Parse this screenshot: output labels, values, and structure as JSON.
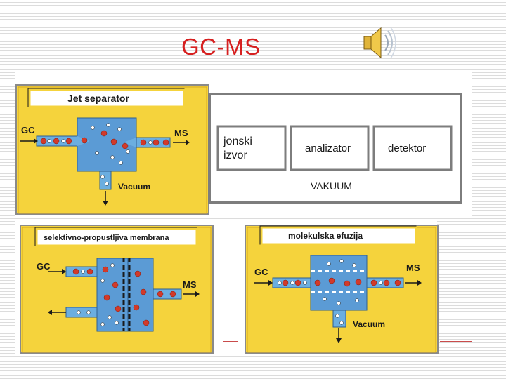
{
  "title": "GC-MS",
  "colors": {
    "title": "#d61f1f",
    "panel_yellow": "#f5d33c",
    "chamber_blue": "#5b9bd5",
    "frame_gray": "#7d7d7d",
    "molecule_red": "#d23a2a"
  },
  "icons": {
    "speaker": "speaker-icon"
  },
  "jet_separator": {
    "title": "Jet separator",
    "gc": "GC",
    "ms": "MS",
    "vacuum": "Vacuum"
  },
  "ms_system": {
    "ion_source": "jonski\nizvor",
    "analyzer": "analizator",
    "detector": "detektor",
    "vacuum": "VAKUUM"
  },
  "membrane": {
    "title": "selektivno-propustljiva membrana",
    "gc": "GC",
    "ms": "MS"
  },
  "effusion": {
    "title": "molekulska efuzija",
    "gc": "GC",
    "ms": "MS",
    "vacuum": "Vacuum"
  }
}
